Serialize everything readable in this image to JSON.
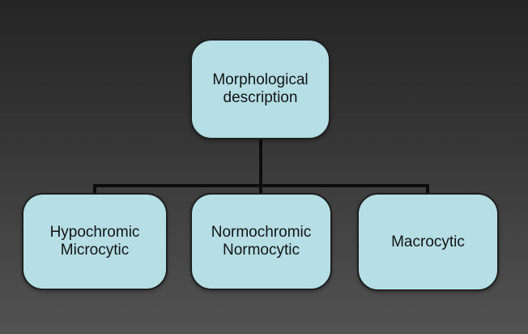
{
  "diagram": {
    "type": "hierarchy-flowchart",
    "root_node": {
      "label": "Morphological\ndescription"
    },
    "child_nodes": [
      {
        "label": "Hypochromic\nMicrocytic"
      },
      {
        "label": "Normochromic\nNormocytic"
      },
      {
        "label": "Macrocytic"
      }
    ],
    "colors": {
      "node_fill": "#b5dee5",
      "node_border": "#1f1f1f",
      "connector": "#0d0d0d",
      "text": "#141414",
      "background_top": "#252525",
      "background_bottom": "#525252"
    }
  }
}
